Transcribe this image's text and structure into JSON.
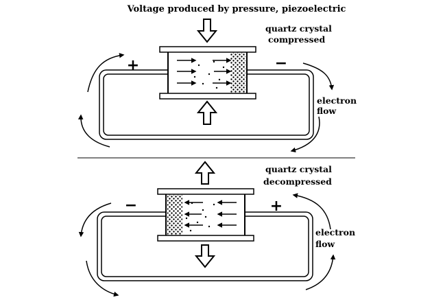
{
  "title": "Voltage produced by pressure, piezoelectric",
  "top_panel": {
    "caption_line1": "quartz crystal",
    "caption_line2": "compressed",
    "left_sign": "+",
    "right_sign": "−",
    "flow_line1": "electron",
    "flow_line2": "flow"
  },
  "bottom_panel": {
    "caption_line1": "quartz crystal",
    "caption_line2": "decompressed",
    "left_sign": "−",
    "right_sign": "+",
    "flow_line1": "electron",
    "flow_line2": "flow"
  }
}
